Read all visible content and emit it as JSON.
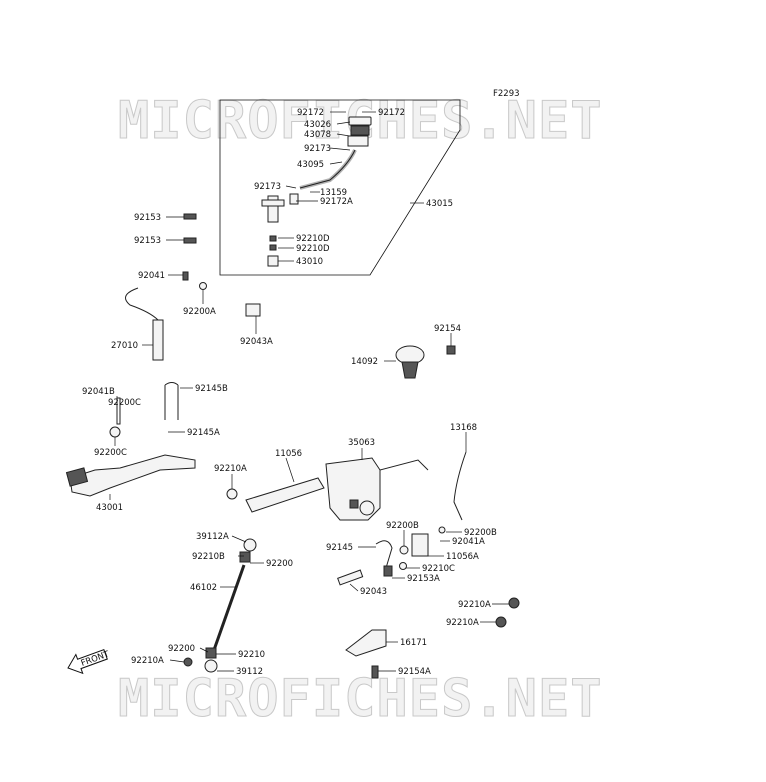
{
  "figure_code": "F2293",
  "watermark": "MICROFICHES.NET",
  "front_label": "FRONT",
  "parts": [
    {
      "id": "p92172a",
      "text": "92172"
    },
    {
      "id": "p92172b",
      "text": "92172"
    },
    {
      "id": "p43026",
      "text": "43026"
    },
    {
      "id": "p43078",
      "text": "43078"
    },
    {
      "id": "p92173a",
      "text": "92173"
    },
    {
      "id": "p43095",
      "text": "43095"
    },
    {
      "id": "p92173b",
      "text": "92173"
    },
    {
      "id": "p13159",
      "text": "13159"
    },
    {
      "id": "p92172A",
      "text": "92172A"
    },
    {
      "id": "p43015",
      "text": "43015"
    },
    {
      "id": "p92153a",
      "text": "92153"
    },
    {
      "id": "p92153b",
      "text": "92153"
    },
    {
      "id": "p92210Da",
      "text": "92210D"
    },
    {
      "id": "p92210Db",
      "text": "92210D"
    },
    {
      "id": "p43010",
      "text": "43010"
    },
    {
      "id": "p92041",
      "text": "92041"
    },
    {
      "id": "p92200A",
      "text": "92200A"
    },
    {
      "id": "p92043A",
      "text": "92043A"
    },
    {
      "id": "p27010",
      "text": "27010"
    },
    {
      "id": "p92154",
      "text": "92154"
    },
    {
      "id": "p14092",
      "text": "14092"
    },
    {
      "id": "p92041B",
      "text": "92041B"
    },
    {
      "id": "p92145B",
      "text": "92145B"
    },
    {
      "id": "p92200Ca",
      "text": "92200C"
    },
    {
      "id": "p92145A",
      "text": "92145A"
    },
    {
      "id": "p92200Cb",
      "text": "92200C"
    },
    {
      "id": "p13168",
      "text": "13168"
    },
    {
      "id": "p35063",
      "text": "35063"
    },
    {
      "id": "p11056",
      "text": "11056"
    },
    {
      "id": "p92210Aa",
      "text": "92210A"
    },
    {
      "id": "p43001",
      "text": "43001"
    },
    {
      "id": "p92200B",
      "text": "92200B"
    },
    {
      "id": "p92200Bb",
      "text": "92200B"
    },
    {
      "id": "p92041A",
      "text": "92041A"
    },
    {
      "id": "p39112A",
      "text": "39112A"
    },
    {
      "id": "p92145",
      "text": "92145"
    },
    {
      "id": "p11056A",
      "text": "11056A"
    },
    {
      "id": "p92210B",
      "text": "92210B"
    },
    {
      "id": "p92200",
      "text": "92200"
    },
    {
      "id": "p92210C",
      "text": "92210C"
    },
    {
      "id": "p46102",
      "text": "46102"
    },
    {
      "id": "p92153A",
      "text": "92153A"
    },
    {
      "id": "p92043",
      "text": "92043"
    },
    {
      "id": "p92210Ab",
      "text": "92210A"
    },
    {
      "id": "p92210Ac",
      "text": "92210A"
    },
    {
      "id": "p16171",
      "text": "16171"
    },
    {
      "id": "p92200b",
      "text": "92200"
    },
    {
      "id": "p92210",
      "text": "92210"
    },
    {
      "id": "p92210Ad",
      "text": "92210A"
    },
    {
      "id": "p92154A",
      "text": "92154A"
    },
    {
      "id": "p39112",
      "text": "39112"
    }
  ]
}
